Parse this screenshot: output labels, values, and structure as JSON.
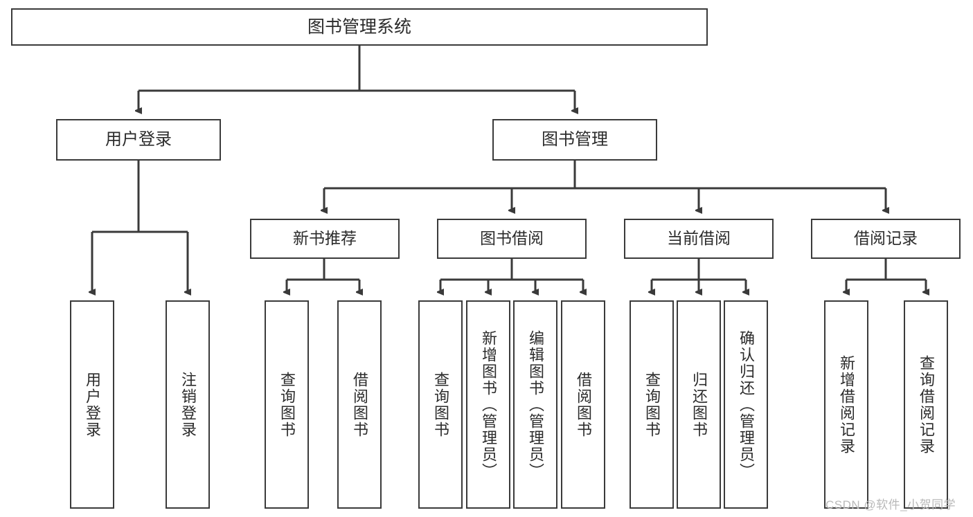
{
  "diagram": {
    "type": "tree",
    "title": "图书管理系统",
    "root": {
      "label": "图书管理系统"
    },
    "level1": [
      {
        "label": "用户登录"
      },
      {
        "label": "图书管理"
      }
    ],
    "level2": [
      {
        "label": "新书推荐"
      },
      {
        "label": "图书借阅"
      },
      {
        "label": "当前借阅"
      },
      {
        "label": "借阅记录"
      }
    ],
    "leaves": {
      "user_login": [
        {
          "label": "用户登录"
        },
        {
          "label": "注销登录"
        }
      ],
      "new_book_recommend": [
        {
          "label": "查询图书"
        },
        {
          "label": "借阅图书"
        }
      ],
      "book_borrow": [
        {
          "label": "查询图书"
        },
        {
          "label": "新增图书（管理员）"
        },
        {
          "label": "编辑图书（管理员）"
        },
        {
          "label": "借阅图书"
        }
      ],
      "current_borrow": [
        {
          "label": "查询图书"
        },
        {
          "label": "归还图书"
        },
        {
          "label": "确认归还（管理员）"
        }
      ],
      "borrow_record": [
        {
          "label": "新增借阅记录"
        },
        {
          "label": "查询借阅记录"
        }
      ]
    }
  },
  "watermark": {
    "text": "CSDN @软件_小贺同学"
  },
  "colors": {
    "box_border": "#3a3a3a",
    "background": "#ffffff",
    "text": "#2b2b2b",
    "watermark": "#b9b9b9"
  }
}
